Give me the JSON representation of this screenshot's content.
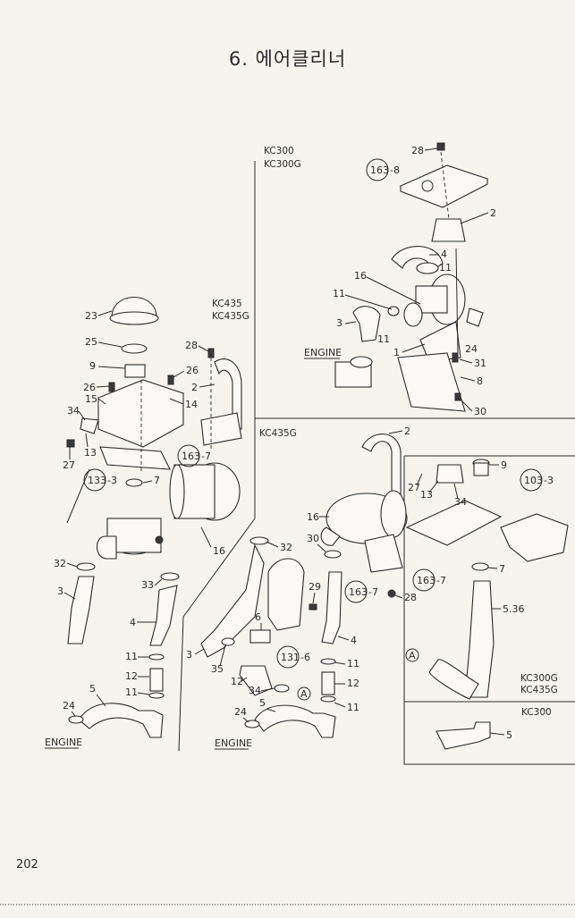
{
  "page": {
    "title": "6. 에어클리너",
    "page_number": "202"
  },
  "sections": {
    "kc300": {
      "line1": "KC300",
      "line2": "KC300G"
    },
    "kc435": {
      "line1": "KC435",
      "line2": "KC435G"
    },
    "kc435g": {
      "line1": "KC435G"
    },
    "inset_a": {
      "line1": "KC300G",
      "line2": "KC435G"
    },
    "inset_b": {
      "line1": "KC300"
    }
  },
  "engine_label": "ENGINE",
  "circle_a": "A",
  "callouts": {
    "c163_8": "163",
    "c163_8s": "-8",
    "c163_7a": "163",
    "c163_7as": "-7",
    "c133_3": "133",
    "c133_3s": "-3",
    "c163_7b": "163",
    "c163_7bs": "-7",
    "c163_7c": "163",
    "c163_7cs": "-7",
    "c131_6": "131",
    "c131_6s": "-6",
    "c103_3": "103",
    "c103_3s": "-3"
  },
  "labels": {
    "tr_28": "28",
    "tr_2": "2",
    "tr_4": "4",
    "tr_11a": "11",
    "tr_16": "16",
    "tr_11b": "11",
    "tr_3": "3",
    "tr_11c": "11",
    "tr_1": "1",
    "tr_24": "24",
    "tr_31": "31",
    "tr_8": "8",
    "tr_30": "30",
    "l_23": "23",
    "l_25": "25",
    "l_9": "9",
    "l_28": "28",
    "l_26a": "26",
    "l_26b": "26",
    "l_2": "2",
    "l_14": "14",
    "l_15": "15",
    "l_34": "34",
    "l_13": "13",
    "l_27": "27",
    "l_7": "7",
    "l_16": "16",
    "l_32": "32",
    "l_3": "3",
    "l_33": "33",
    "l_4": "4",
    "l_11a": "11",
    "l_12": "12",
    "l_11b": "11",
    "l_5": "5",
    "l_24": "24",
    "m_2": "2",
    "m_16": "16",
    "m_32": "32",
    "m_30": "30",
    "m_29": "29",
    "m_6": "6",
    "m_3": "3",
    "m_35": "35",
    "m_12a": "12",
    "m_34": "34",
    "m_28": "28",
    "m_4": "4",
    "m_11a": "11",
    "m_12b": "12",
    "m_11b": "11",
    "m_5": "5",
    "m_24": "24",
    "r_9": "9",
    "r_27": "27",
    "r_13": "13",
    "r_34": "34",
    "r_7": "7",
    "r_5_36": "5.36",
    "r_5": "5"
  }
}
